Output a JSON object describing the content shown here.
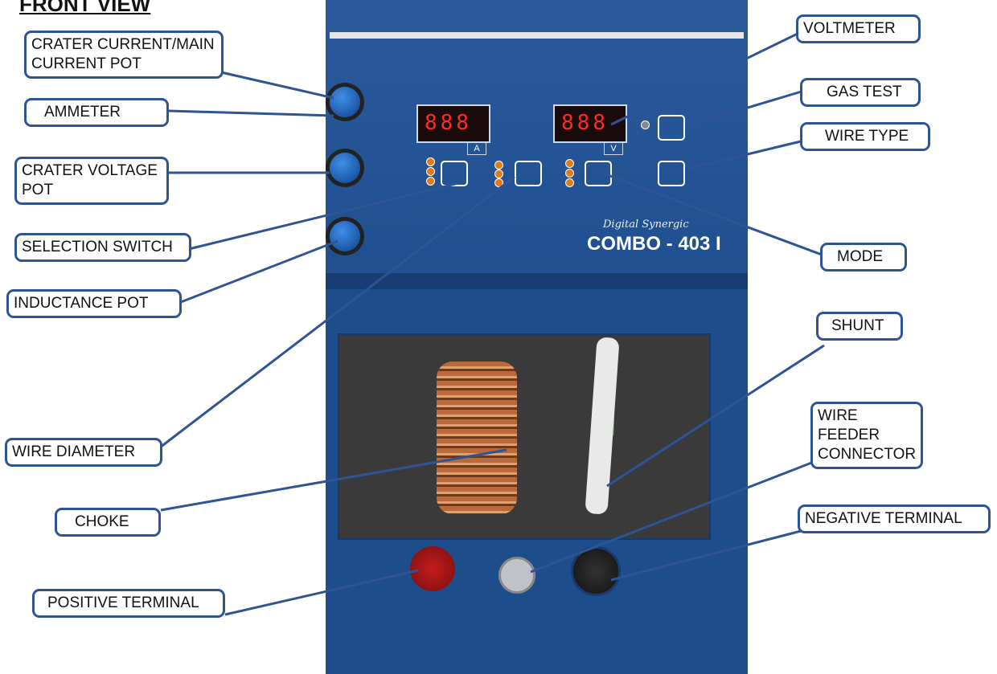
{
  "title": "FRONT VIEW",
  "labels": {
    "crater_current": "CRATER CURRENT/MAIN CURRENT POT",
    "ammeter": "AMMETER",
    "crater_voltage": "CRATER VOLTAGE POT",
    "selection_switch": "SELECTION SWITCH",
    "inductance_pot": "INDUCTANCE POT",
    "wire_diameter": "WIRE  DIAMETER",
    "choke": "CHOKE",
    "positive_terminal": "POSITIVE TERMINAL",
    "voltmeter": "VOLTMETER",
    "gas_test": "GAS TEST",
    "wire_type": "WIRE TYPE",
    "mode": "MODE",
    "shunt": "SHUNT",
    "wire_feeder_connector": "WIRE FEEDER CONNECTOR",
    "negative_terminal": "NEGATIVE TERMINAL"
  },
  "machine": {
    "brand_script": "Digital Synergic",
    "model": "COMBO - 403 I",
    "ammeter_unit": "A",
    "voltmeter_unit": "V",
    "display_text": "888"
  },
  "colors": {
    "label_border": "#2f5496",
    "leader_line": "#2f5496",
    "panel_blue": "#1f4f8f",
    "display_red": "#ff2a2a"
  }
}
